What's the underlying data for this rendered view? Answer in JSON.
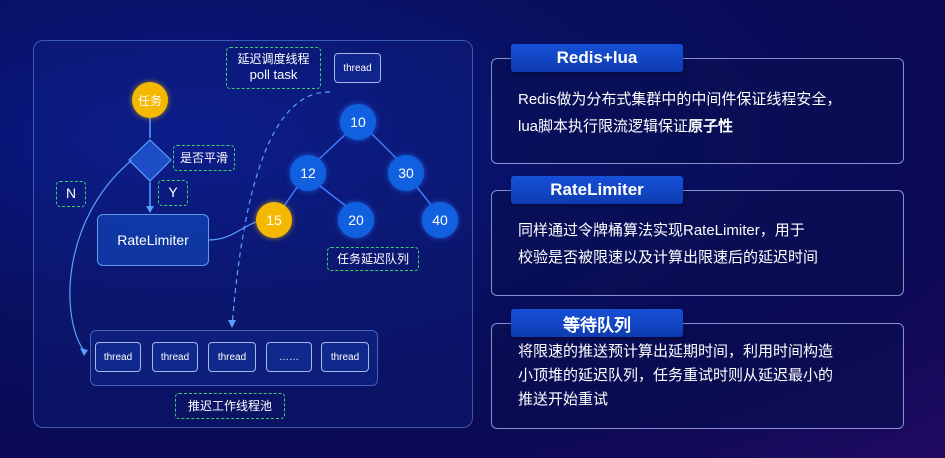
{
  "diagram": {
    "task_label": "任务",
    "decision_label": "是否平滑",
    "no_label": "N",
    "yes_label": "Y",
    "ratelimiter_label": "RateLimiter",
    "poll_task_line1": "延迟调度线程",
    "poll_task_line2": "poll task",
    "thread_top_label": "thread",
    "delay_queue_label": "任务延迟队列",
    "pool_label": "推迟工作线程池",
    "heap_nodes": [
      "10",
      "12",
      "30",
      "15",
      "20",
      "40"
    ],
    "pool_threads": [
      "thread",
      "thread",
      "thread",
      "……",
      "thread"
    ]
  },
  "cards": [
    {
      "title": "Redis+lua",
      "line1": "Redis做为分布式集群中的中间件保证线程安全，",
      "line2_prefix": "lua脚本执行限流逻辑保证",
      "line2_bold": "原子性"
    },
    {
      "title": "RateLimiter",
      "line1": "同样通过令牌桶算法实现RateLimiter，用于",
      "line2": "校验是否被限速以及计算出限速后的延迟时间"
    },
    {
      "title": "等待队列",
      "line1": "将限速的推送预计算出延期时间，利用时间构造",
      "line2": "小顶堆的延迟队列，任务重试时则从延迟最小的",
      "line3": "推送开始重试"
    }
  ],
  "colors": {
    "accent_blue": "#1060e0",
    "accent_yellow": "#f5b800",
    "dash_green": "#3fcf6a"
  }
}
